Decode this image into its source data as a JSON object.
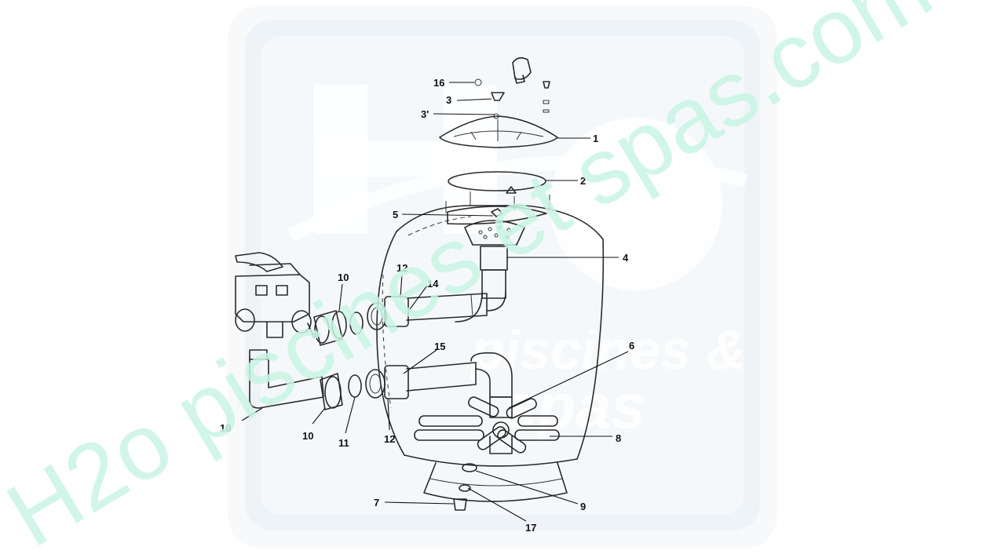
{
  "watermark": {
    "main_text": "H2o piscines et spas.com",
    "logo_word_1": "piscines &",
    "logo_word_2": "spas",
    "logo_mark": "H2o",
    "color_main": "#c9f5e4",
    "color_logo_bg": "#eef3f7"
  },
  "callouts": [
    {
      "id": "16",
      "text": "16"
    },
    {
      "id": "3",
      "text": "3"
    },
    {
      "id": "3p",
      "text": "3'"
    },
    {
      "id": "1",
      "text": "1"
    },
    {
      "id": "2",
      "text": "2"
    },
    {
      "id": "5",
      "text": "5"
    },
    {
      "id": "4",
      "text": "4"
    },
    {
      "id": "10a",
      "text": "10"
    },
    {
      "id": "12a",
      "text": "12"
    },
    {
      "id": "14",
      "text": "14"
    },
    {
      "id": "6",
      "text": "6"
    },
    {
      "id": "15",
      "text": "15"
    },
    {
      "id": "8",
      "text": "8"
    },
    {
      "id": "10b",
      "text": "10"
    },
    {
      "id": "10c",
      "text": "10"
    },
    {
      "id": "11",
      "text": "11"
    },
    {
      "id": "12b",
      "text": "12"
    },
    {
      "id": "9",
      "text": "9"
    },
    {
      "id": "7",
      "text": "7"
    },
    {
      "id": "17",
      "text": "17"
    }
  ]
}
